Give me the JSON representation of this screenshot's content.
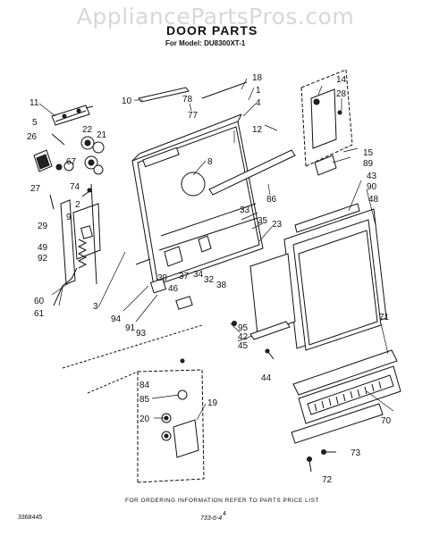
{
  "watermark": "AppliancePartsPros.com",
  "title": "DOOR PARTS",
  "model": "For Model: DU8300XT-1",
  "footer_note": "FOR ORDERING INFORMATION REFER TO PARTS PRICE LIST",
  "page_number": "4",
  "doc_number": "3368445",
  "code": "733-6-4",
  "callouts": [
    "11",
    "10",
    "78",
    "18",
    "1",
    "5",
    "22",
    "77",
    "4",
    "14",
    "28",
    "26",
    "21",
    "12",
    "67",
    "8",
    "15",
    "27",
    "89",
    "74",
    "86",
    "43",
    "90",
    "2",
    "29",
    "48",
    "9",
    "33",
    "35",
    "23",
    "49",
    "92",
    "34",
    "37",
    "39",
    "32",
    "38",
    "46",
    "60",
    "61",
    "3",
    "94",
    "91",
    "93",
    "95",
    "42",
    "45",
    "44",
    "71",
    "84",
    "85",
    "19",
    "20",
    "70",
    "73",
    "72"
  ]
}
